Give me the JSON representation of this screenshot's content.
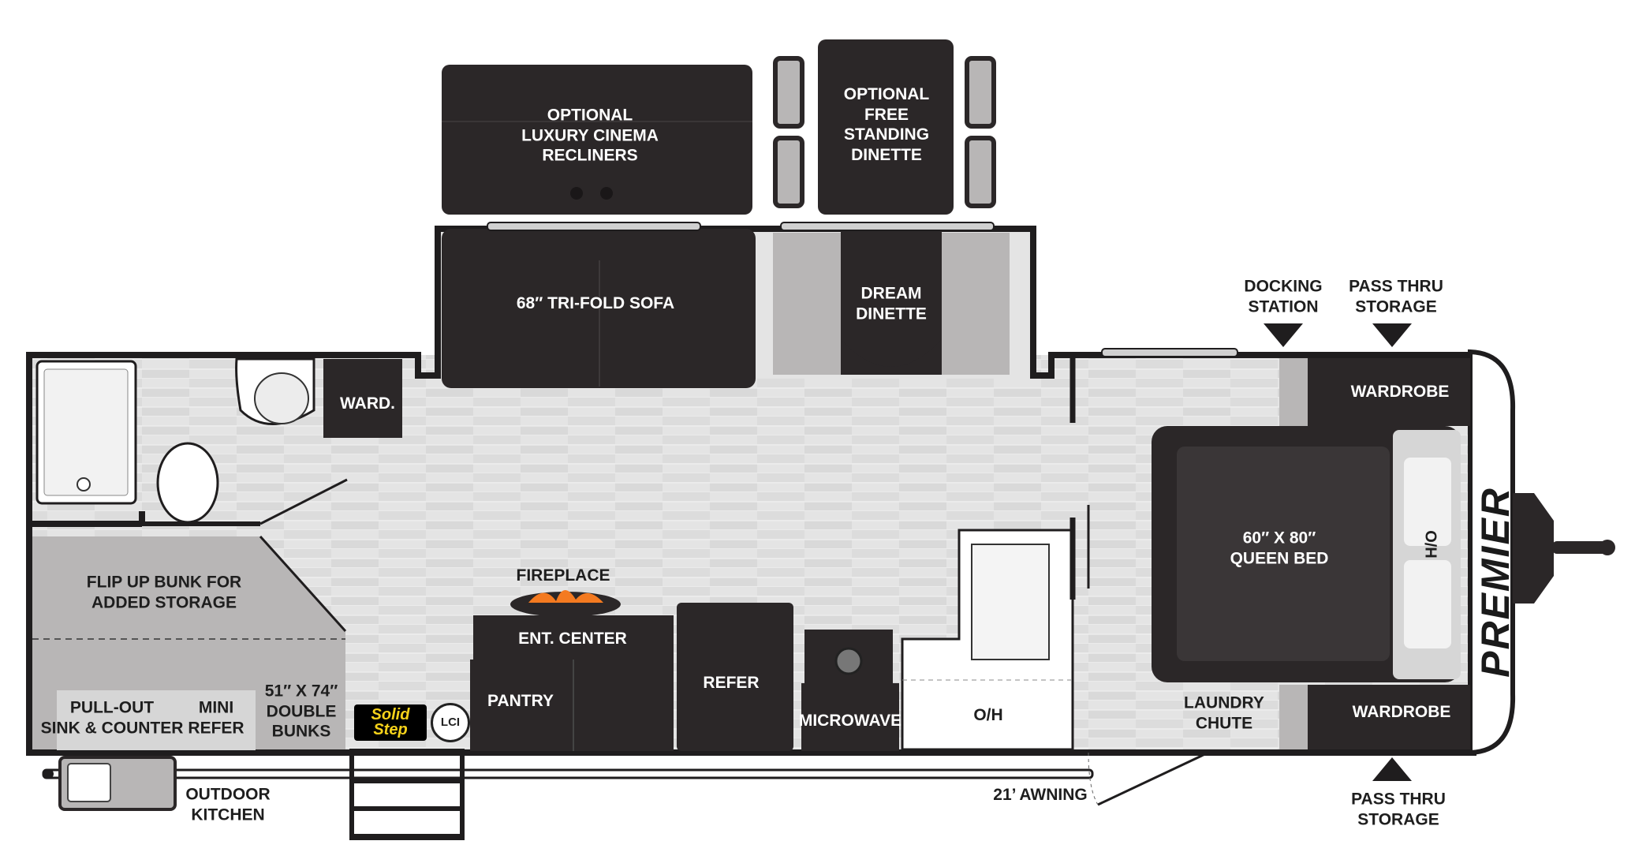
{
  "labels": {
    "optional_recliners": "OPTIONAL\nLUXURY CINEMA\nRECLINERS",
    "optional_dinette": "OPTIONAL\nFREE\nSTANDING\nDINETTE",
    "sofa": "68″ TRI-FOLD SOFA",
    "dream_dinette": "DREAM\nDINETTE",
    "docking_station": "DOCKING\nSTATION",
    "pass_thru_top": "PASS THRU\nSTORAGE",
    "pass_thru_bottom": "PASS THRU\nSTORAGE",
    "wardrobe_top": "WARDROBE",
    "wardrobe_bottom": "WARDROBE",
    "ward": "WARD.",
    "queen_bed": "60″ X 80″\nQUEEN BED",
    "ho": "H/O",
    "brand": "PREMIER",
    "flip_up_bunk": "FLIP UP BUNK FOR\nADDED STORAGE",
    "pullout_sink": "PULL-OUT\nSINK & COUNTER",
    "mini_refer": "MINI\nREFER",
    "double_bunks": "51″ X 74″\nDOUBLE\nBUNKS",
    "fireplace": "FIREPLACE",
    "ent_center": "ENT. CENTER",
    "pantry": "PANTRY",
    "refer": "REFER",
    "microwave": "MICROWAVE",
    "oh": "O/H",
    "laundry_chute": "LAUNDRY\nCHUTE",
    "awning": "21’ AWNING",
    "outdoor_kitchen": "OUTDOOR\nKITCHEN",
    "solid_step_1": "Solid",
    "solid_step_2": "Step",
    "lci": "LCI"
  },
  "colors": {
    "dark_furniture": "#2b2728",
    "wall": "#1f1d1e",
    "floor": "#e4e4e4",
    "gray_fill": "#b8b6b6",
    "light_fill": "#d6d6d6",
    "accent_yellow": "#f6d21a",
    "fire": "#f47a20"
  }
}
